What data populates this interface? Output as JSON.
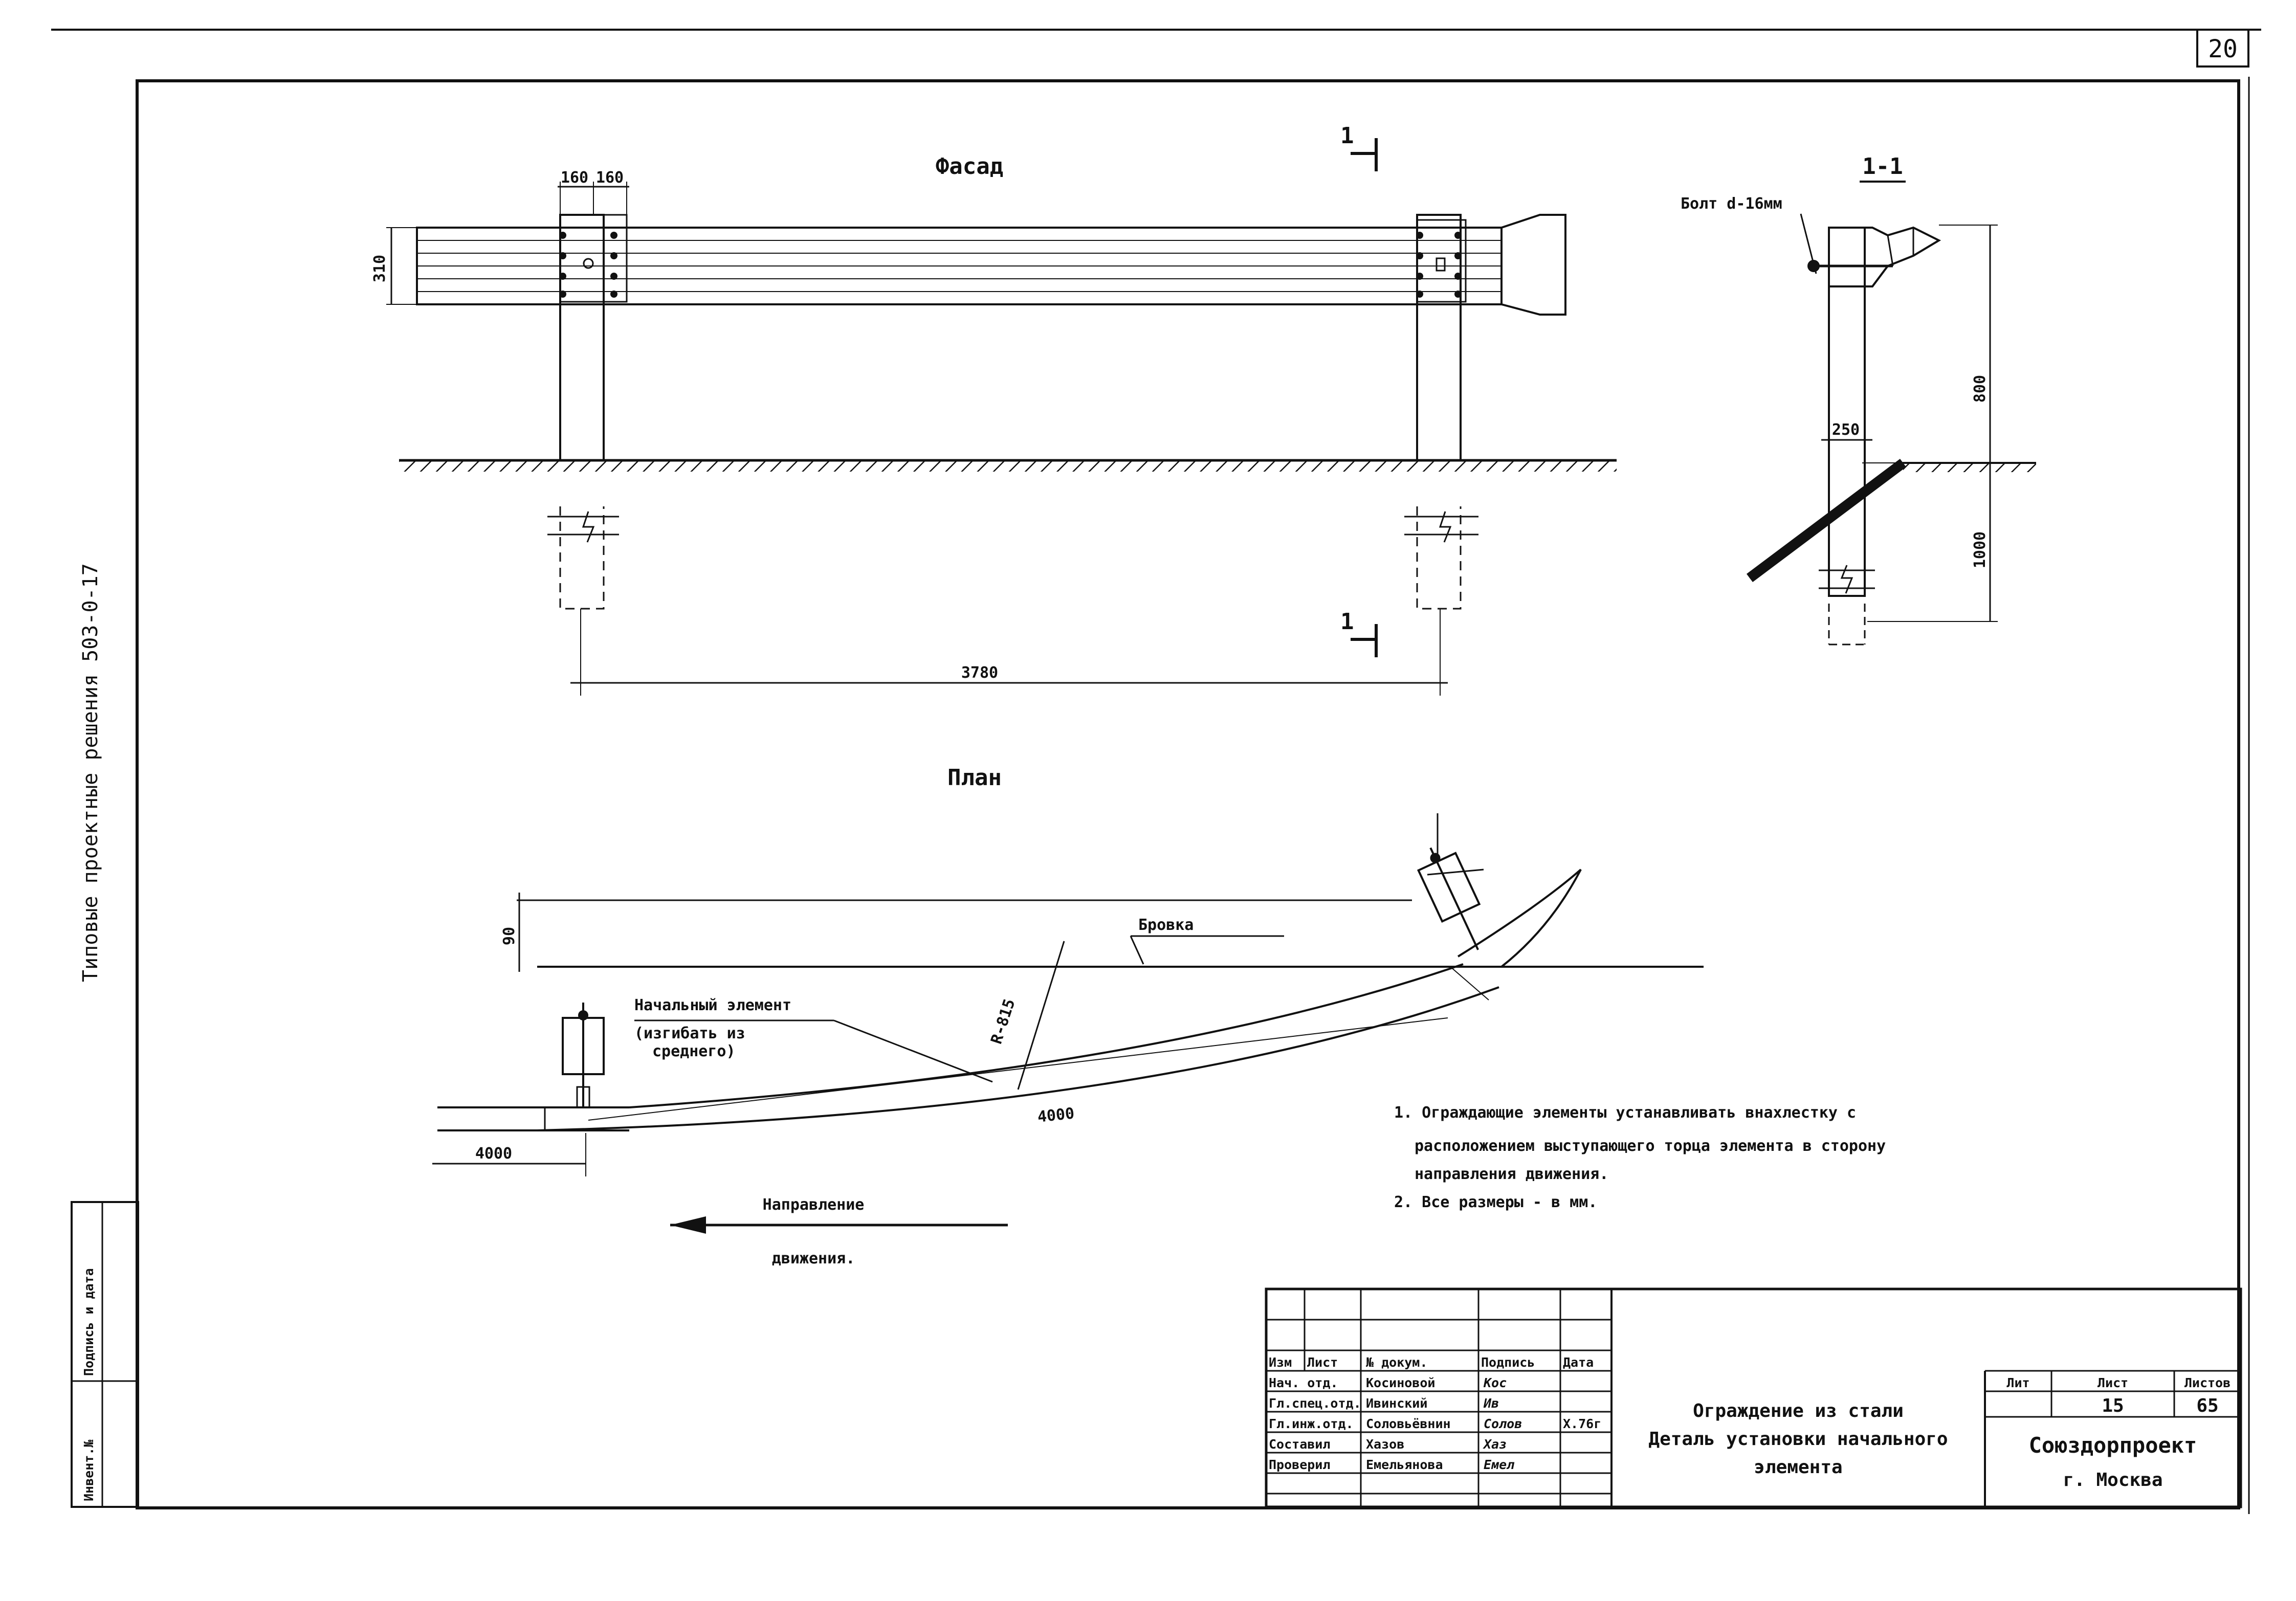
{
  "sheet": {
    "number": "20",
    "series_vertical": "Типовые   проектные   решения   503-0-17"
  },
  "facade": {
    "title": "Фасад",
    "section_mark_top": "1",
    "section_mark_bottom": "1",
    "dim_160_left": "160",
    "dim_160_right": "160",
    "dim_310": "310",
    "dim_3780": "3780"
  },
  "section": {
    "title": "1-1",
    "bolt_label": "Болт d-16мм",
    "dim_800": "800",
    "dim_250": "250",
    "dim_1000": "1000"
  },
  "plan": {
    "title": "План",
    "brovka": "Бровка",
    "dim_90": "90",
    "radius": "R-815",
    "element_label_1": "Начальный элемент",
    "element_label_2": "(изгибать из",
    "element_label_3": "среднего)",
    "dim_4000_curve": "4000",
    "dim_4000_left": "4000",
    "direction_1": "Направление",
    "direction_2": "движения."
  },
  "notes": {
    "line1": "1. Ограждающие элементы устанавливать внахлестку с",
    "line2": "расположением выступающего торца элемента в сторону",
    "line3": "направления движения.",
    "line4": "2. Все размеры - в мм."
  },
  "stamp": {
    "left_col_1": "Инвент.№",
    "left_col_2": "Подпись и дата",
    "headers": [
      "Изм",
      "Лист",
      "№ докум.",
      "Подпись",
      "Дата"
    ],
    "rows": [
      {
        "role": "Нач. отд.",
        "name": "Косиновой",
        "sign": "Кос"
      },
      {
        "role": "Гл.спец.отд.",
        "name": "Ивинский",
        "sign": "Ив"
      },
      {
        "role": "Гл.инж.отд.",
        "name": "Соловьёвнин",
        "sign": "Солов",
        "date": "X.76г"
      },
      {
        "role": "Составил",
        "name": "Хазов",
        "sign": "Хаз"
      },
      {
        "role": "Проверил",
        "name": "Емельянова",
        "sign": "Емел"
      }
    ],
    "title_1": "Ограждение из стали",
    "title_2": "Деталь установки начального",
    "title_3": "элемента",
    "h_lit": "Лит",
    "h_list": "Лист",
    "h_listov": "Листов",
    "v_list": "15",
    "v_listov": "65",
    "org": "Союздорпроект",
    "city": "г. Москва"
  }
}
